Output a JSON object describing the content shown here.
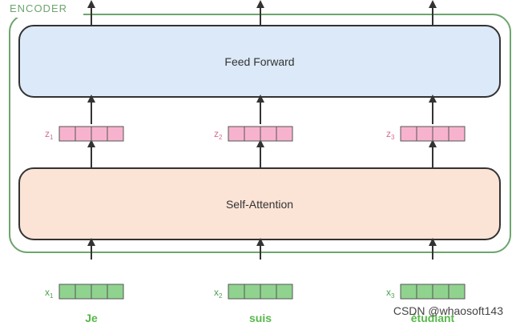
{
  "encoder_label": "ENCODER",
  "feed_forward_label": "Feed Forward",
  "self_attention_label": "Self-Attention",
  "columns": [
    {
      "z_label": "z",
      "z_sub": "1",
      "x_label": "x",
      "x_sub": "1",
      "word": "Je"
    },
    {
      "z_label": "z",
      "z_sub": "2",
      "x_label": "x",
      "x_sub": "2",
      "word": "suis"
    },
    {
      "z_label": "z",
      "z_sub": "3",
      "x_label": "x",
      "x_sub": "3",
      "word": "étudiant"
    }
  ],
  "watermark": "CSDN @whaosoft143",
  "colors": {
    "encoder_border": "#6ea56e",
    "feed_forward_fill": "#dbe9f8",
    "self_attention_fill": "#fbe3d6",
    "z_vector_fill": "#f7b3cd",
    "x_vector_fill": "#8fd38f",
    "box_border": "#333333",
    "arrow": "#333333"
  }
}
